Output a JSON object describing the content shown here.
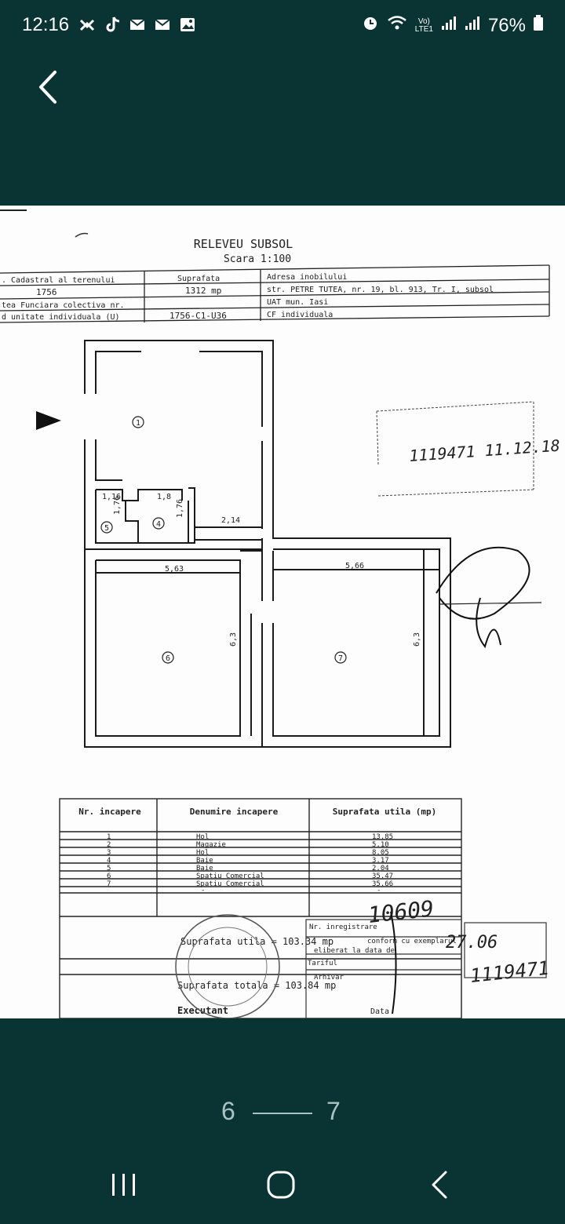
{
  "status": {
    "time": "12:16",
    "battery": "76%",
    "net_top": "Vo)",
    "net_bottom": "LTE1",
    "left_icons": [
      "missed-call-icon",
      "tiktok-icon",
      "mail-icon",
      "mail-icon",
      "gallery-icon"
    ],
    "right_icons": [
      "alarm-icon",
      "wifi-icon",
      "signal-icon",
      "signal-icon",
      "battery-icon"
    ]
  },
  "document": {
    "title": "RELEVEU SUBSOL",
    "scale": "Scara 1:100",
    "info_table": {
      "headers": [
        ". Cadastral al terenului",
        "Suprafata",
        "Adresa inobilului"
      ],
      "row1": [
        "1756",
        "1312 mp",
        "str. PETRE TUTEA, nr. 19, bl. 913, Tr. I, subsol"
      ],
      "row2_left": "tea Funciara colectiva nr.",
      "row2_right": "UAT mun. Iasi",
      "row3": [
        "d unitate individuala (U)",
        "1756-C1-U36",
        "CF individuala"
      ]
    },
    "room_markers": [
      "1",
      "4",
      "5",
      "6",
      "7"
    ],
    "dimensions": [
      "1,16",
      "1,8",
      "1,76",
      "1,76",
      "2,14",
      "5,63",
      "5,66",
      "6,3",
      "6,3"
    ],
    "handwritten_ref": "1119471 11.12.18",
    "room_table": {
      "headers": [
        "Nr. incapere",
        "Denumire incapere",
        "Suprafata utila (mp)"
      ],
      "rows": [
        [
          "1",
          "Hol",
          "13.85"
        ],
        [
          "2",
          "Magazie",
          "5.10"
        ],
        [
          "3",
          "Hol",
          "8.05"
        ],
        [
          "4",
          "Baie",
          "3.17"
        ],
        [
          "5",
          "Baie",
          "2.04"
        ],
        [
          "6",
          "Spatiu Comercial",
          "35.47"
        ],
        [
          "7",
          "Spatiu Comercial",
          "35.66"
        ],
        [
          "",
          "-",
          "-"
        ]
      ],
      "utila_label": "Suprafata utila = 103.34 mp",
      "totala_label": "Suprafata totala = 103.84 mp",
      "executant_label": "Executant",
      "stamp_lines": [
        "Nr. inregistrare",
        "conform cu exemplarul",
        "eliberat la data de",
        "Tariful",
        "Arhivar",
        "Data"
      ],
      "handwritten": [
        "10609",
        "27.06",
        "1119471"
      ]
    }
  },
  "pager": {
    "current": "6",
    "total": "7"
  }
}
